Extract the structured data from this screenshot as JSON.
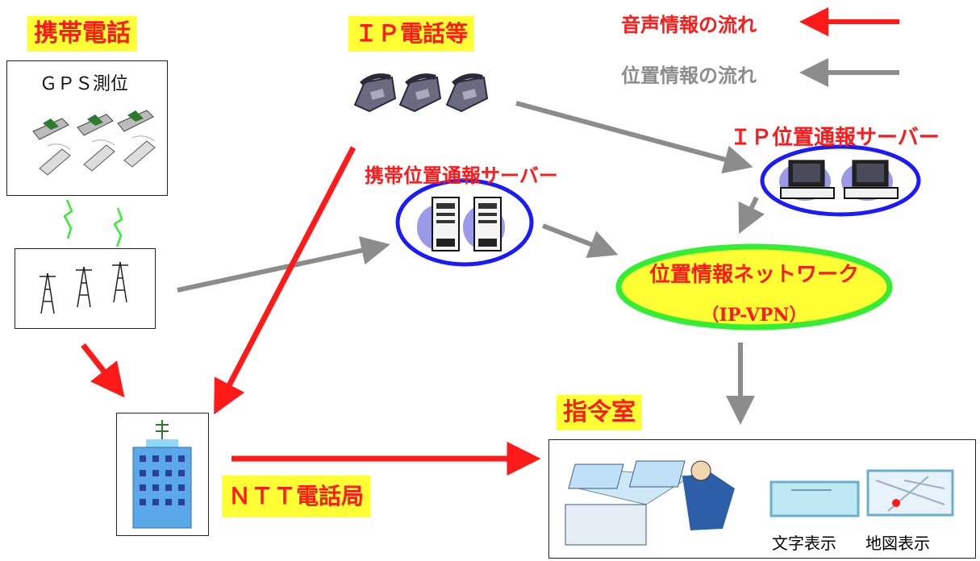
{
  "labels": {
    "mobile_phone": "携帯電話",
    "ip_phone": "ＩＰ電話等",
    "gps": "ＧＰＳ測位",
    "mobile_server": "携帯位置通報サーバー",
    "ip_server": "ＩＰ位置通報サーバー",
    "network_line1": "位置情報ネットワーク",
    "network_line2": "（IP-VPN）",
    "ntt": "ＮＴＴ電話局",
    "command_room": "指令室",
    "text_display": "文字表示",
    "map_display": "地図表示"
  },
  "legend": {
    "voice_flow": "音声情報の流れ",
    "location_flow": "位置情報の流れ"
  },
  "colors": {
    "voice_arrow": "#ff1a1a",
    "location_arrow": "#8c8c8c",
    "label_bg": "#ffff33",
    "server_ring": "#1a1aff",
    "network_ring": "#33ee33",
    "network_fill": "#ffff33"
  }
}
